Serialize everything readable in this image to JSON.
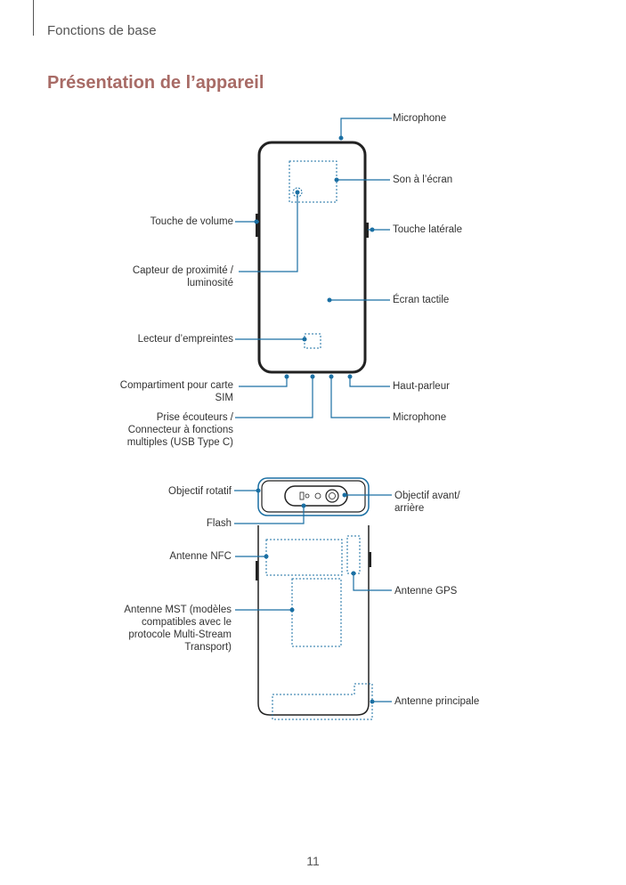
{
  "header": {
    "section": "Fonctions de base",
    "title": "Présentation de l’appareil"
  },
  "front_labels": {
    "microphone_top": "Microphone",
    "son_ecran": "Son à l’écran",
    "touche_volume": "Touche de volume",
    "touche_laterale": "Touche latérale",
    "capteur_l1": "Capteur de proximité /",
    "capteur_l2": "luminosité",
    "ecran_tactile": "Écran tactile",
    "lecteur_empreintes": "Lecteur d’empreintes",
    "sim_l1": "Compartiment pour carte",
    "sim_l2": "SIM",
    "haut_parleur": "Haut-parleur",
    "prise_l1": "Prise écouteurs /",
    "prise_l2": "Connecteur à fonctions",
    "prise_l3": "multiples (USB Type C)",
    "microphone_bottom": "Microphone"
  },
  "back_labels": {
    "objectif_rotatif": "Objectif rotatif",
    "objectif_l1": "Objectif avant/",
    "objectif_l2": "arrière",
    "flash": "Flash",
    "antenne_nfc": "Antenne NFC",
    "antenne_gps": "Antenne GPS",
    "mst_l1": "Antenne MST (modèles",
    "mst_l2": "compatibles avec le",
    "mst_l3": "protocole Multi-Stream",
    "mst_l4": "Transport)",
    "antenne_principale": "Antenne principale"
  },
  "page_number": "11",
  "colors": {
    "callout": "#1a6fa3",
    "title": "#a86b66",
    "phone_outline": "#222222"
  }
}
